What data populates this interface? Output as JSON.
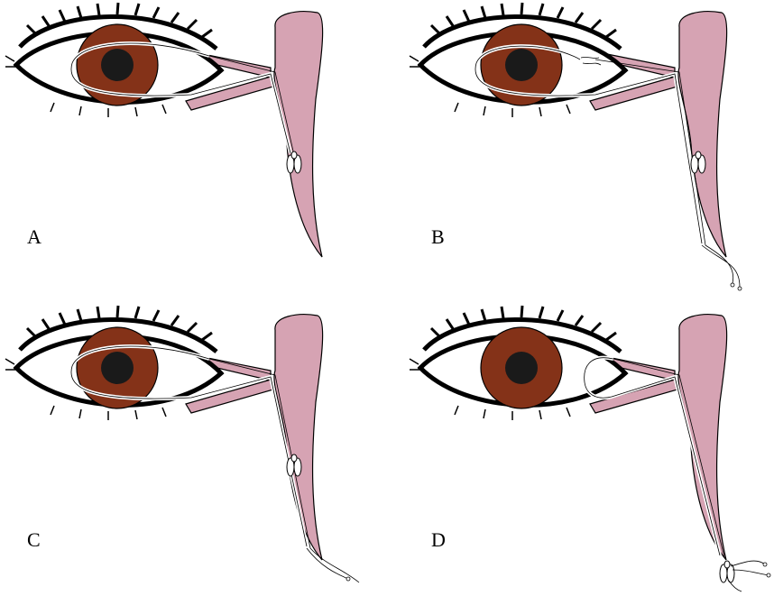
{
  "panels": [
    {
      "label": "A"
    },
    {
      "label": "B"
    },
    {
      "label": "C"
    },
    {
      "label": "D"
    }
  ],
  "colors": {
    "iris": "#843218",
    "pupil": "#1a1a1a",
    "lacrimal_system": "#d6a3b3",
    "outline": "#000000",
    "background": "#ffffff"
  }
}
